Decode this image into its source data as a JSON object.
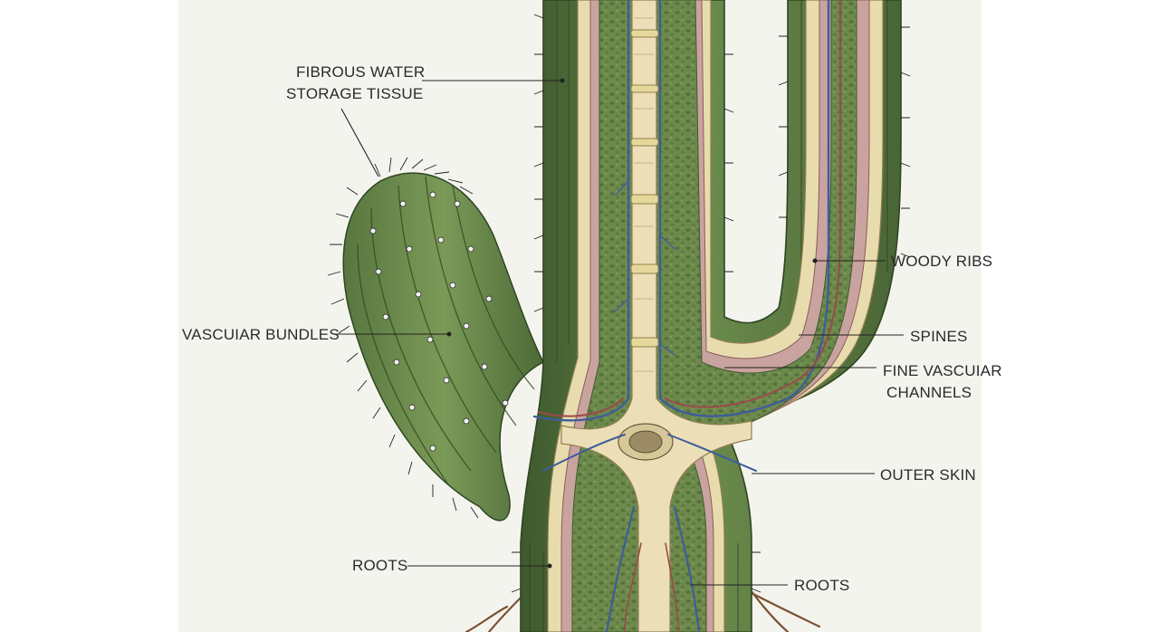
{
  "labels": {
    "fibrous_water_storage": [
      "FIBROUS WATER",
      "STORAGE TISSUE"
    ],
    "vascular_bundles": "VASCUIAR BUNDLES",
    "roots_left": "ROOTS",
    "woody_ribs": "WOODY RIBS",
    "spines": "SPINES",
    "fine_vascular_channels": [
      "FINE VASCUIAR",
      "CHANNELS"
    ],
    "outer_skin": "OUTER SKIN",
    "roots_right": "ROOTS"
  },
  "colors": {
    "background": "#ffffff",
    "panel": "#f4f4ef",
    "skin_green": "#5f7d45",
    "skin_dark": "#3f5a2e",
    "rib_cream": "#e8dcae",
    "flesh_green": "#6d8a4c",
    "pith_cream": "#ecdfb8",
    "vein_blue": "#3e5d9a",
    "vein_red": "#9a4a4a",
    "root_brown": "#7a5233"
  },
  "icons": {
    "spine": "spine-cluster-icon"
  }
}
